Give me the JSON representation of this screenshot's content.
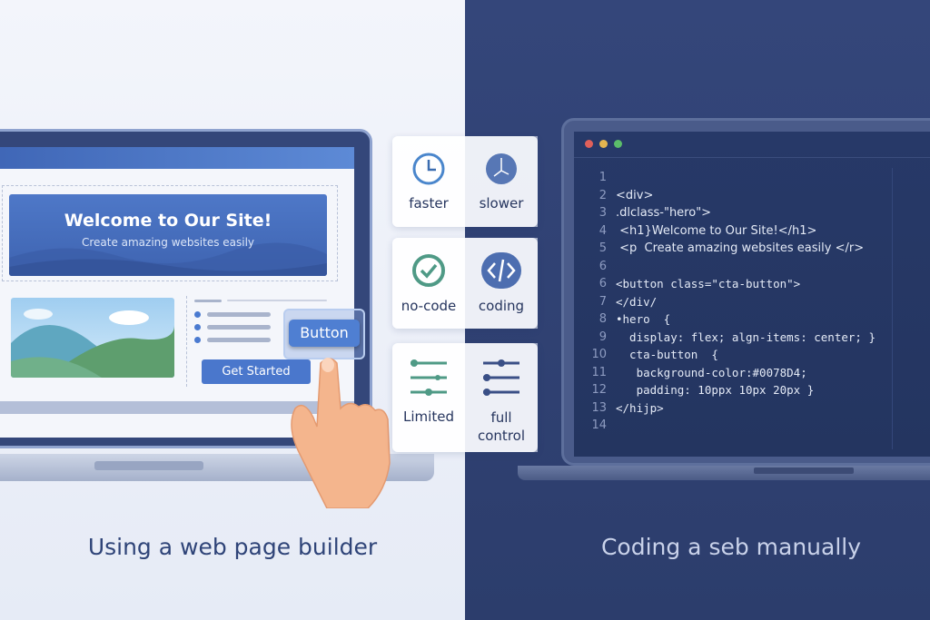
{
  "builder": {
    "hero_title": "Welcome to Our Site!",
    "hero_subtitle": "Create amazing websites easily",
    "get_started": "Get Started",
    "floating_button": "Button"
  },
  "comparison": [
    {
      "left": "faster",
      "left_icon": "clock-icon",
      "right": "slower",
      "right_icon": "compass-icon"
    },
    {
      "left": "no-code",
      "left_icon": "check-circle-icon",
      "right": "coding",
      "right_icon": "code-icon"
    },
    {
      "left": "Limited",
      "left_icon": "sliders-icon",
      "right": "full control",
      "right_icon": "sliders-icon"
    }
  ],
  "editor": {
    "lines": [
      {
        "n": "1",
        "code": ""
      },
      {
        "n": "2",
        "code": "<div>"
      },
      {
        "n": "3",
        "code": ".dlclass-\"hero\">"
      },
      {
        "n": "4",
        "code": " <h1}Welcome to Our Site!</h1>"
      },
      {
        "n": "5",
        "code": " <p  Create amazing websites easily </r>"
      },
      {
        "n": "6",
        "code": ""
      },
      {
        "n": "6",
        "code": "<button class=\"cta-button\">"
      },
      {
        "n": "7",
        "code": "</div/"
      },
      {
        "n": "8",
        "code": "•hero  {"
      },
      {
        "n": "9",
        "code": "  display: flex; algn-items: center; }"
      },
      {
        "n": "10",
        "code": "  cta-button  {"
      },
      {
        "n": "11",
        "code": "   background-color:#0078D4;"
      },
      {
        "n": "12",
        "code": "   padding: 10ppx 10px 20px }"
      },
      {
        "n": "13",
        "code": "</hijp>"
      },
      {
        "n": "14",
        "code": ""
      }
    ]
  },
  "captions": {
    "left": "Using a web page builder",
    "right": "Coding a seb manually"
  },
  "colors": {
    "left_bg": "#eef1f8",
    "right_bg": "#2f4070",
    "accent": "#4a77cc",
    "green": "#4f9a86"
  }
}
